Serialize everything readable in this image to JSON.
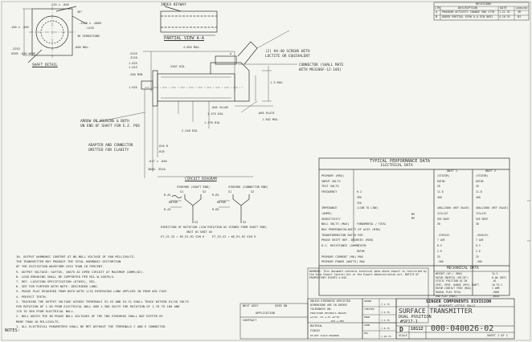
{
  "revision_block": {
    "header": "REVISIONS",
    "columns": [
      "LTR",
      "DESCRIPTION",
      "DATE",
      "APPROVED"
    ],
    "rows": [
      {
        "ltr": "A",
        "desc": "PROGRAM ACTIVITY CHANGE 500 1770",
        "date": "1-11-76",
        "appr": "JR"
      },
      {
        "ltr": "B",
        "desc": "ADDED PARTIAL VIEW A-A  ECN 0052",
        "date": "4-16-76",
        "appr": "BJ"
      }
    ]
  },
  "drawing_labels": {
    "index_keyway": "INDEX KEYWAY",
    "partial_view": "PARTIAL VIEW A-A",
    "shaft_detail": "SHAFT DETAIL",
    "dim_top1": ".245 ± .005",
    "dim_top2": "30°",
    "dim_ptr": ".160 ± .005",
    "dim_dia": ".1250 ± .0005",
    "dim_dia2": ".1245",
    "dim_serr": "36 SERRATIONS",
    "dim_over": ".3253",
    "dim_over2": "OVER .028 WIRE",
    "dim_006": ".006 MAX.",
    "dim_4855": "4.855 MAX.",
    "dim_3125": ".3125",
    "dim_3120": ".3120",
    "dim_1625": "1.625",
    "dim_1615": "1.615",
    "dim_2507": ".2507 DIA",
    "dim_260": ".260 MIN",
    "dim_1625b": "1.625",
    "dim_1a": "A",
    "dim_1max": "1.3 MAX.",
    "dim_1ref": "1.502 MAX.",
    "screws_1": "(2) #4-40 SCREWS WITH",
    "screws_2": "LOCTITE OR EQUIVALENT",
    "connector_1": "CONNECTOR (SHALL MATE",
    "connector_2": "WITH MS3106F-12-10S)",
    "dim_1375": "1.375 DIA",
    "dim_1370": "1.370 DIA",
    "dim_2240": "2.240 DIA",
    "dim_005": ".005 PLATE",
    "dim_005b": ".005 SCLOB",
    "dim_016a": ".016 R",
    "dim_016b": ".016",
    "dim_017": ".017 ± .004",
    "dim_3660": "3660 .3510",
    "arrow_note_1": "ARROW ON HOUSING & BOTH",
    "arrow_note_2": "ON END OF SHAFT FOR E.Z. POS",
    "adapter_1": "ADAPTER AND CONNECTOR",
    "adapter_2": "OMITTED FOR CLARITY"
  },
  "circuit": {
    "title": "CIRCUIT DIAGRAM",
    "left_label": "SYNCHRO (SHAFT END)",
    "right_label": "SYNCHRO (CONNECTOR END)",
    "left_pins": [
      "R-A1",
      "ROTOR",
      "R-A2",
      "S1",
      "S2",
      "S3"
    ],
    "right_pins": [
      "R-B1",
      "ROTOR",
      "R-B2",
      "S1",
      "S2",
      "S3"
    ],
    "direction_1": "DIRECTION OF ROTATION (CCW ROTATION AS VIEWED FROM SHAFT END)",
    "direction_2": "UNIT #1          UNIT #2",
    "eq_left": "ET_S1-S3 = KE_R1-R2 SIN θ",
    "eq_right": "ET_S3-S2 = KE_R1-R2 SIN θ"
  },
  "performance": {
    "title": "TYPICAL PERFORMANCE DATA",
    "subtitle": "ELECTRICAL DATA",
    "col_unit1": "UNIT 1",
    "col_unit2": "UNIT 2",
    "rows": [
      {
        "label": "PRIMARY (MAX)",
        "sub": "",
        "u1": "(STATOR)",
        "u2": "(STATOR)"
      },
      {
        "label": "INPUT VOLTS",
        "sub": "",
        "u1": "ROTOR",
        "u2": "ROTOR"
      },
      {
        "label": "TEST VOLTS",
        "sub": "",
        "u1": "26",
        "u2": "26"
      },
      {
        "label": "FREQUENCY",
        "sub": "H.Z.",
        "u1": "11.8",
        "u2": "11.8"
      },
      {
        "label": "",
        "sub": "ZRO",
        "u1": "400",
        "u2": "400"
      },
      {
        "label": "",
        "sub": "ZSO",
        "u1": "",
        "u2": ""
      },
      {
        "label": "IMPEDANCE",
        "sub": "(LINE TO LINE)",
        "u1": "400+J2000 (REF VALUE)",
        "u2": "400+J2000 (REF VALUE)"
      },
      {
        "label": "(OHMS)",
        "sub": "",
        "u1": "123+J47",
        "u2": "123+J47"
      },
      {
        "label": "SENSITIVITY",
        "sub": "",
        "u1": "SEE NOTE",
        "u2": "SEE NOTE"
      },
      {
        "label": "NULL VOLTS (MAX)",
        "sub": "FUNDAMENTAL / TOTAL",
        "u1": "30",
        "u2": "30"
      },
      {
        "label": "MAX PERPENDICULARITY OF AXIS (MIN)",
        "sub": "",
        "u1": "",
        "u2": ""
      },
      {
        "label": "TRANSFORMATION RATIO ROT.",
        "sub": "",
        "u1": ".2293±2%",
        "u2": ".4545±2%"
      },
      {
        "label": "PHASE SHIFT REF. DEGREES (MIN)",
        "sub": "",
        "u1": "7 AVE",
        "u2": "7 AVE"
      },
      {
        "label": "D.C. RESISTANCE (OHMS)",
        "sub": "STATOR",
        "u1": "8.5",
        "u2": "8.5"
      },
      {
        "label": "",
        "sub": "ROTOR",
        "u1": "2.6",
        "u2": "2.6"
      },
      {
        "label": "PRIMARY CURRENT (MA) MAX",
        "sub": "",
        "u1": "25",
        "u2": "25"
      },
      {
        "label": "PRIMARY POWER (WATTS) MAX",
        "sub": "",
        "u1": ".300",
        "u2": ".300"
      }
    ],
    "units_mv": "MV",
    "units_mv2": "MV"
  },
  "mechanical": {
    "title": "MECHANICAL DATA",
    "rows": [
      {
        "label": "WEIGHT (OZ.) (MAX)",
        "v1": "",
        "v2": "15.5"
      },
      {
        "label": "ROTOR INERTIA (GM-CM²)",
        "v1": "",
        "v2": "8.00 (REF)"
      },
      {
        "label": "STATIC FRICTION  OZ-IN",
        "v1": "",
        "v2": ".01"
      },
      {
        "label": "SPEC. PERF. RANGE (RPS) SHAFT",
        "v1": "",
        "v2": "10 TO 2"
      },
      {
        "label": "ROTOR CONTACT FEED (MAX)",
        "v1": "",
        "v2": "1 OHM"
      },
      {
        "label": "RADIAL PLAY  TOTAL",
        "v1": "",
        "v2": ".0005"
      },
      {
        "label": "END PLAY  (MAX)",
        "v1": "",
        "v2": ".0010"
      }
    ]
  },
  "notes": [
    "10. OUTPUT HARMONIC CONTENT AT NO-NULL VOLTAGE OF 500 MILLIVOLTS.",
    "    THE TRANSMITTER MAY PRODUCE THE TOTAL HARMONIC DISTORTION",
    "    OF THE EXCITATION WAVEFORM LESS THAN 10 PERCENT.",
    "9.  OUTPUT VOLTAGE: GAYTUS, 16875 AC OPEN CIRCUIT AT MAXIMUM (OHMS/AC).",
    "8.  LEAD BREAKING SHALL BE SUPPORTED PER MIL-W-16878/4.",
    "7.  REF. LOCATION SPECIFICATION (67035), MIL.",
    "6.  SEE FOR FURTHER WITH NOTE: DESCRIBED LONG.",
    "5.  PHASE PLAY REQUIRED FROM BOTH WITH 1/32 REVERSING LONG APPLIED IN FROM ARC FACE",
    "4.  PERFECT TEETH.",
    "3.  TRACKING THE OUTPUT VOLTAGE ACROSS TERMINALS S2-S3 AND S3-S1 SHALL TRACK WITHIN 01/SQ VOLTS",
    "    FOR ROTATION OF 1.30 FROM ELECTRICAL NULL AND 1.300 VOLTS FOR ROTATION OF 1.70 TO 180 AND",
    "    170 TO 360 FROM ELECTRICAL NULL.",
    "2.  NULL WATCH THE IN PHASE NULL VOLTAGES OF THE TWO SYNCHROS SHALL NOT DIFFER BY",
    "    MORE THAN 10 MILLIVOLTS.",
    "1.  ALL ELECTRICAL PARAMETERS SHALL BE MET WITHOUT THE TERMINALS C AND E CONNECTED."
  ],
  "notes_label": "NOTES:",
  "tolerance_block": {
    "l1": "UNLESS OTHERWISE SPECIFIED",
    "l2": "DIMENSIONS ARE IN INCHES",
    "l3": "TOLERANCES ON:",
    "l4": "FRACTIONS   DECIMALS   ANGLES",
    "l5": "±1/64    .XX ±.01    ±0°30'",
    "l6": ".XXX ±.005",
    "l7": "MATERIAL",
    "l8": "FINISH",
    "next_assy": "NEXT ASSY",
    "used_on": "USED ON",
    "application": "APPLICATION",
    "do_not_scale": "DO NOT SCALE DRAWING"
  },
  "warning_text": "WARNING: This document contains technical data whose export is restricted by the Arms Export Control Act or the Export Administration Act. NOTICE OF PROPRIETARY RIGHTS & USE.",
  "title_block": {
    "company": "SINGER COMPONENTS DIVISION",
    "company_sub": "KEARFOTT LITTLE FALLS",
    "title_1": "SURFACE TRANSMITTER",
    "title_2": "DUAL POSITION",
    "title_3": "#SP17-1",
    "size": "D",
    "code": "10112",
    "dwg_no": "000-040026-02",
    "scale": "SCALE",
    "sheet": "SHEET 1 OF 1",
    "contract": "CONTRACT",
    "dates": [
      "7-1-75",
      "7-2-75",
      "7-3-75",
      "7-8-75",
      "7-10-75"
    ],
    "signers": [
      "DRAWN",
      "CHECKED",
      "ENGR",
      "APPR",
      "DEC"
    ]
  }
}
